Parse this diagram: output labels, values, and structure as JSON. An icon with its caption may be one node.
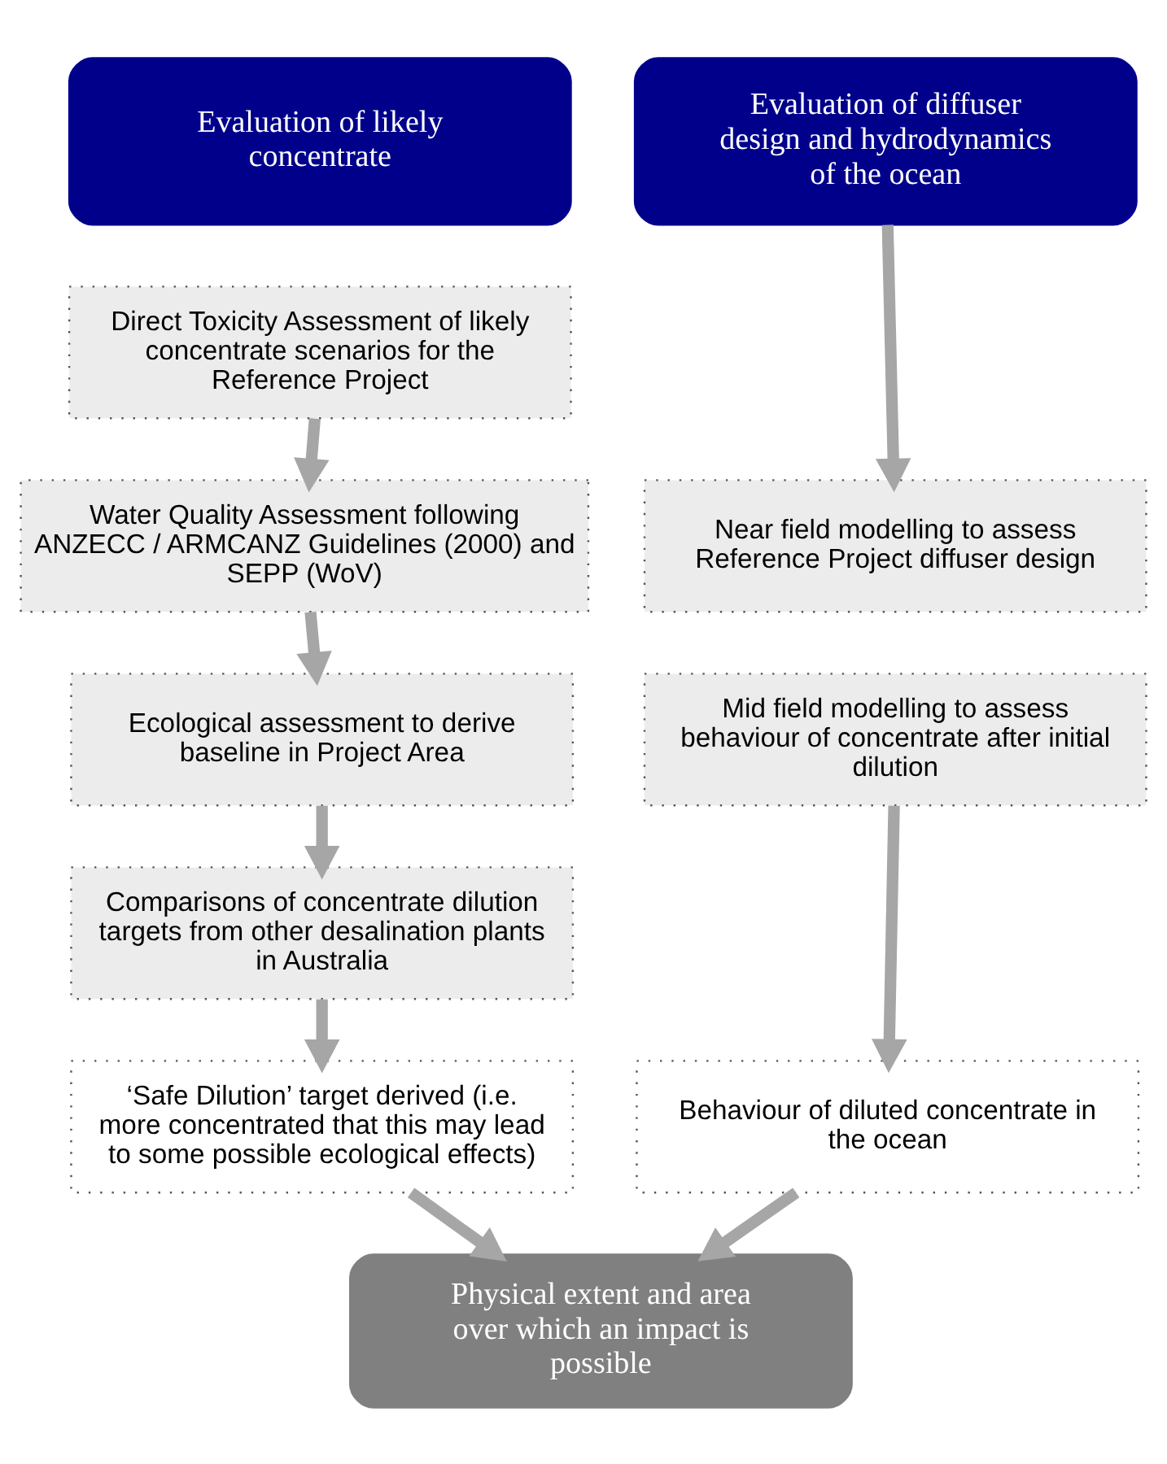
{
  "diagram": {
    "nodes": [
      {
        "text": [
          "Evaluation of likely concentrate"
        ]
      },
      {
        "text": [
          "Evaluation of diffuser design and hydrodynamics of the ocean"
        ]
      },
      {
        "text": [
          "Direct Toxicity Assessment of likely concentrate scenarios for the Reference Project"
        ]
      },
      {
        "text": [
          "Water Quality Assessment following ANZECC / ARMCANZ Guidelines (2000) and SEPP (WoV)"
        ]
      },
      {
        "text": [
          "Ecological assessment to derive baseline in Project Area"
        ]
      },
      {
        "text": [
          "Comparisons of concentrate dilution targets from other desalination plants in Australia"
        ]
      },
      {
        "text": [
          "‘Safe Dilution’ target derived (i.e. more concentrated that this may lead to some possible ecological effects)"
        ]
      },
      {
        "text": [
          "Near field modelling to assess Reference Project diffuser design"
        ]
      },
      {
        "text": [
          "Mid field modelling to assess behaviour of concentrate after initial dilution"
        ]
      },
      {
        "text": [
          "Behaviour of diluted concentrate in the ocean"
        ]
      },
      {
        "text": [
          "Physical extent and area over which an impact is possible"
        ]
      }
    ],
    "edges": [
      {
        "from": 2,
        "to": 3,
        "arrow": "to"
      },
      {
        "from": 3,
        "to": 4,
        "arrow": "to"
      },
      {
        "from": 4,
        "to": 5,
        "arrow": "to"
      },
      {
        "from": 5,
        "to": 6,
        "arrow": "to"
      },
      {
        "from": 1,
        "to": 7,
        "arrow": "to"
      },
      {
        "from": 8,
        "to": 9,
        "arrow": "to"
      },
      {
        "from": 6,
        "to": 10,
        "arrow": "to"
      },
      {
        "from": 9,
        "to": 10,
        "arrow": "to"
      }
    ]
  }
}
